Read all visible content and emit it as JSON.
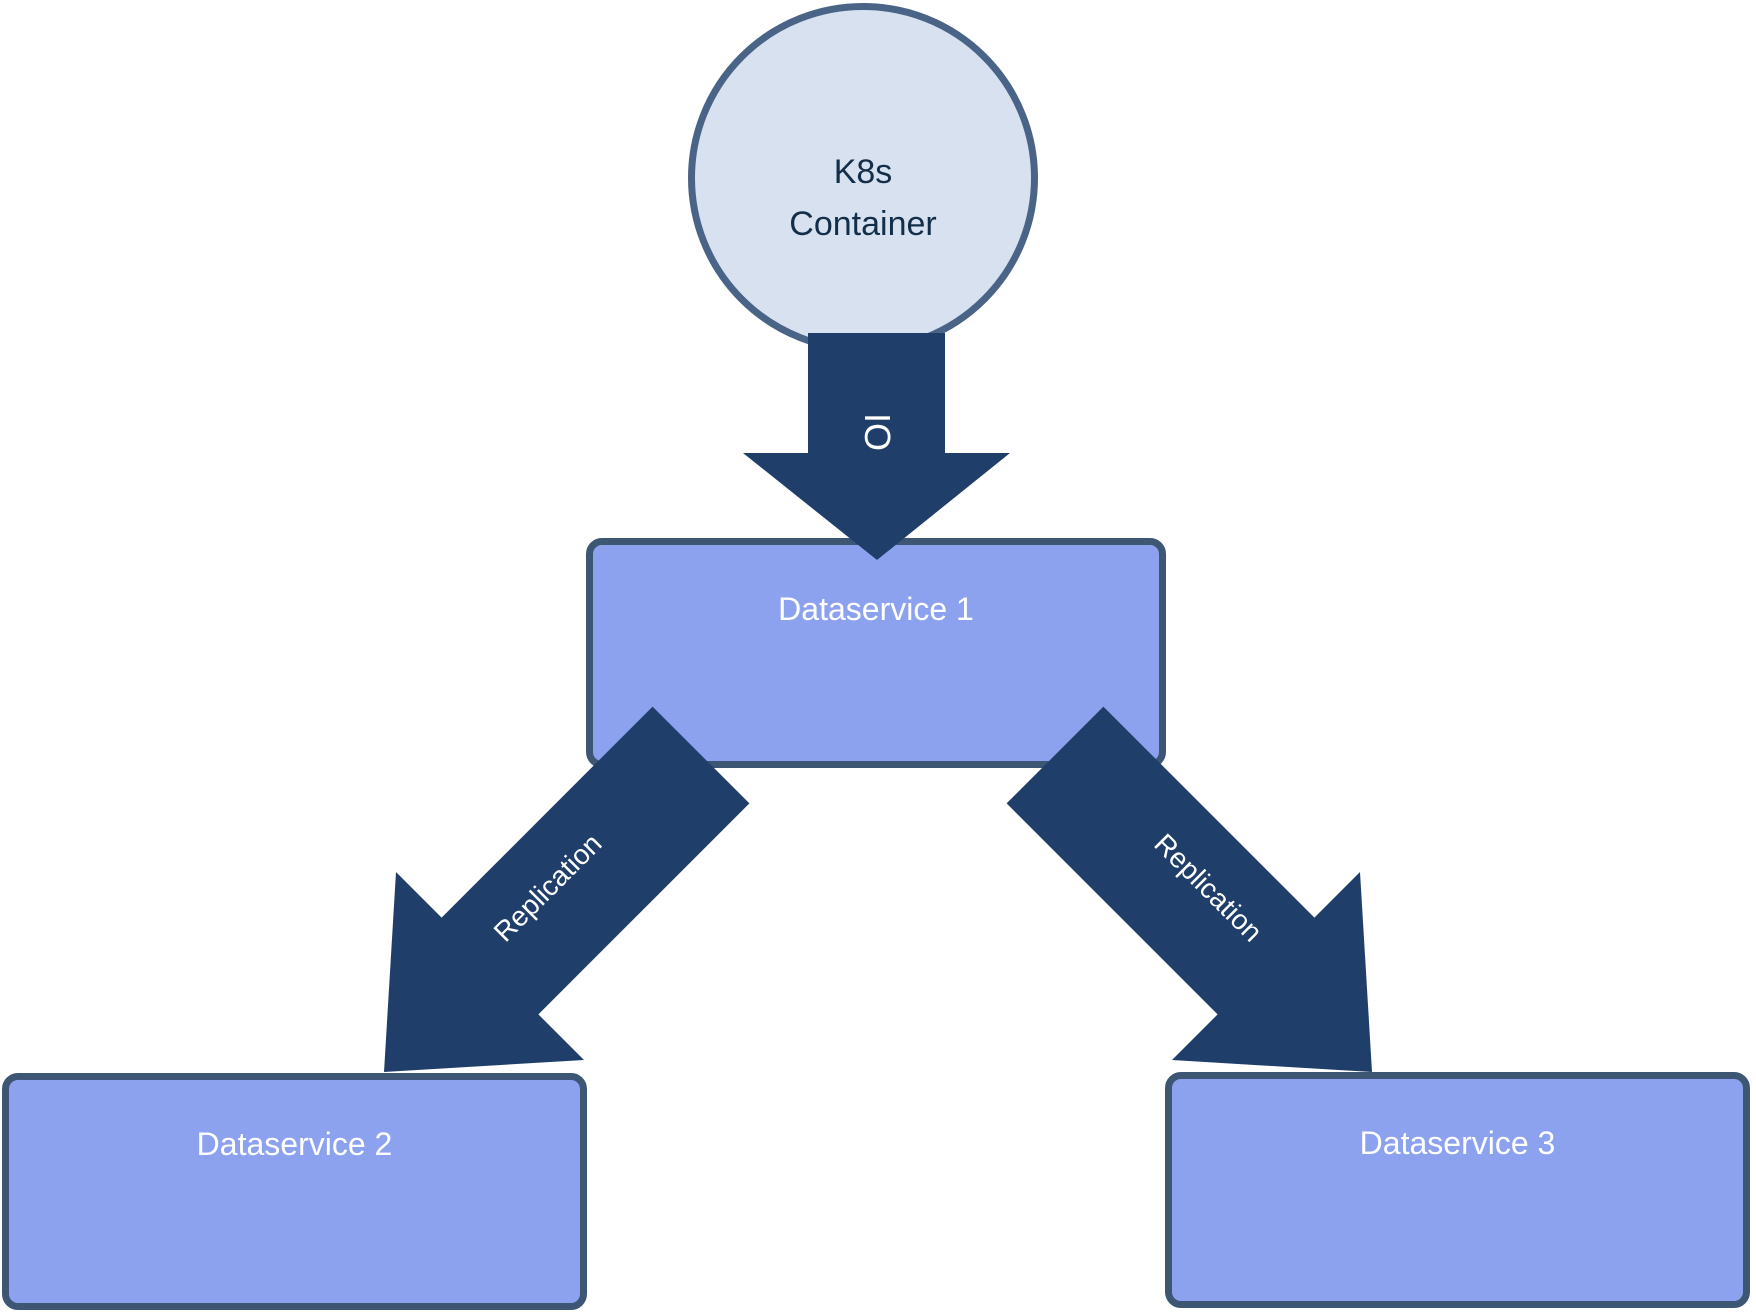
{
  "diagram": {
    "circle": {
      "label_line1": "K8s",
      "label_line2": "Container"
    },
    "boxes": {
      "box1_label": "Dataservice 1",
      "box2_label": "Dataservice 2",
      "box3_label": "Dataservice 3"
    },
    "arrows": {
      "io_label": "IO",
      "replication_left_label": "Replication",
      "replication_right_label": "Replication"
    },
    "colors": {
      "arrow_fill": "#1f3f6a",
      "box_fill": "#8da2ee",
      "box_border": "#3d5674",
      "circle_fill": "#d7e1f0",
      "circle_border": "#4a6487",
      "circle_text": "#132e49",
      "label_text": "#ffffff"
    }
  }
}
